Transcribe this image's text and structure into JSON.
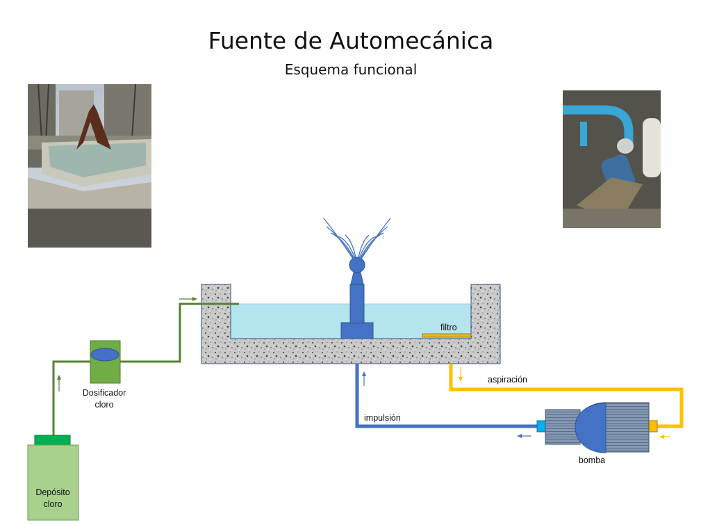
{
  "title": "Fuente de Automecánica",
  "subtitle": "Esquema funcional",
  "labels": {
    "filtro": "filtro",
    "aspiracion": "aspiración",
    "impulsion": "impulsión",
    "bomba": "bomba",
    "dosificador_line1": "Dosificador",
    "dosificador_line2": "cloro",
    "deposito_line1": "Depósito",
    "deposito_line2": "cloro"
  },
  "colors": {
    "chlorine_pipe": "#548235",
    "suction_pipe": "#FFC000",
    "impulse_pipe": "#4472C4",
    "water": "#B4E4EE",
    "basin_concrete": "#B8B8B8",
    "doser_body": "#70AD47",
    "tank_body": "#A9D18E",
    "tank_cap": "#00B050",
    "pump_body": "#8497B0",
    "pump_head": "#4472C4",
    "filter": "#E8B820"
  },
  "photos": {
    "left": "fountain-photo",
    "right": "pump-room-photo"
  }
}
